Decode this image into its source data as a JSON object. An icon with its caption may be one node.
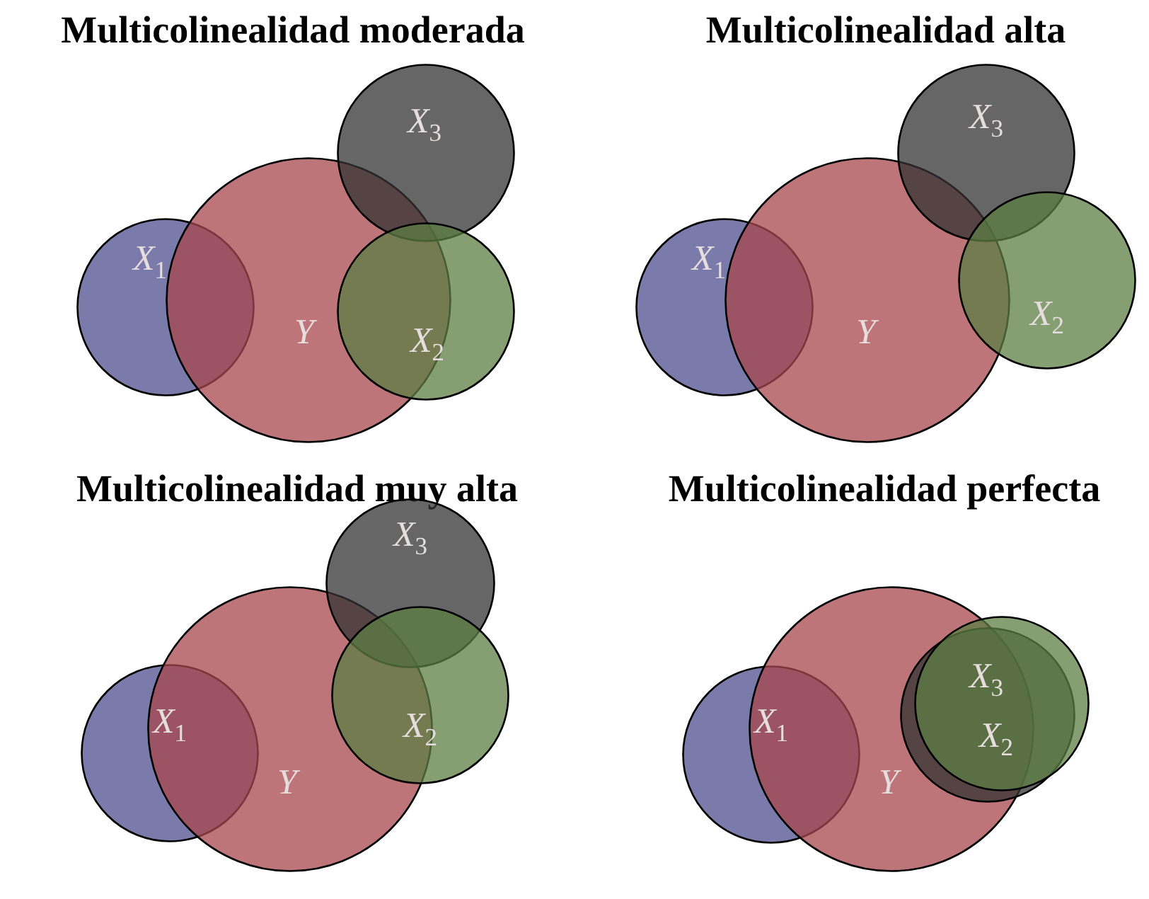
{
  "diagram": {
    "nodes": [
      {
        "text": [
          "*X*$_{1}$"
        ]
      },
      {
        "text": [
          "Y"
        ]
      },
      {
        "text": [
          "*X*$_{3}$"
        ]
      },
      {
        "text": [
          "*X*$_{2}$"
        ]
      },
      {
        "text": [
          "*X*$_{1}$"
        ]
      },
      {
        "text": [
          "Y"
        ]
      },
      {
        "text": [
          "*X*$_{3}$"
        ]
      },
      {
        "text": [
          "*X*$_{2}$"
        ]
      },
      {
        "text": [
          "*X*$_{1}$"
        ]
      },
      {
        "text": [
          "Y"
        ]
      },
      {
        "text": [
          "*X*$_{3}$"
        ]
      },
      {
        "text": [
          "*X*$_{2}$"
        ]
      },
      {
        "text": [
          "*X*$_{1}$"
        ]
      },
      {
        "text": [
          "Y"
        ]
      },
      {
        "text": [
          "*X*$_{3}$"
        ]
      },
      {
        "text": [
          "*X*$_{2}$"
        ]
      }
    ],
    "labels": [
      "Multicolinealidad moderada",
      "Multicolinealidad alta",
      "Multicolinealidad muy alta",
      "Multicolinealidad perfecta"
    ]
  }
}
